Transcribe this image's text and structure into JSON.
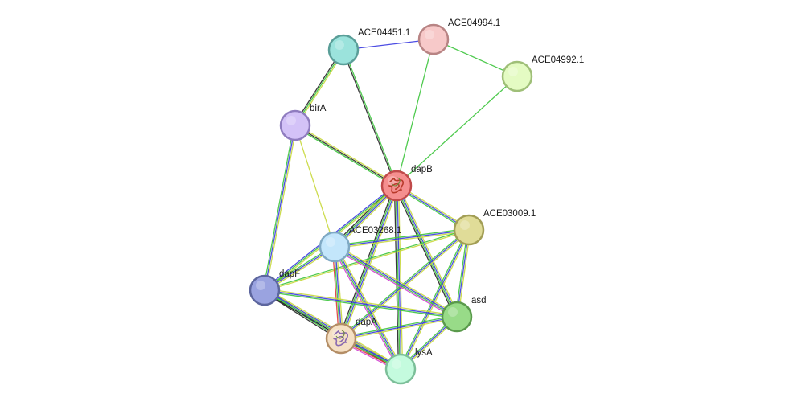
{
  "nodes": [
    {
      "id": "ACE04451.1",
      "label": "ACE04451.1",
      "fill": "#9be3dc",
      "stroke": "#5a9e98",
      "has_structure": false
    },
    {
      "id": "ACE04994.1",
      "label": "ACE04994.1",
      "fill": "#f7c9c9",
      "stroke": "#b88484",
      "has_structure": false
    },
    {
      "id": "ACE04992.1",
      "label": "ACE04992.1",
      "fill": "#e4fbc3",
      "stroke": "#9fbf78",
      "has_structure": false
    },
    {
      "id": "birA",
      "label": "birA",
      "fill": "#d3c2f7",
      "stroke": "#8f7cbf",
      "has_structure": false
    },
    {
      "id": "dapB",
      "label": "dapB",
      "fill": "#f58f8f",
      "stroke": "#c04a4a",
      "has_structure": true
    },
    {
      "id": "ACE03009.1",
      "label": "ACE03009.1",
      "fill": "#e0dc98",
      "stroke": "#a29e55",
      "has_structure": false
    },
    {
      "id": "ACE03268.1",
      "label": "ACE03268.1",
      "fill": "#c3e6fb",
      "stroke": "#7fa9c4",
      "has_structure": false
    },
    {
      "id": "dapF",
      "label": "dapF",
      "fill": "#9aa3e0",
      "stroke": "#5d669e",
      "has_structure": false
    },
    {
      "id": "asd",
      "label": "asd",
      "fill": "#98db88",
      "stroke": "#5a9a4c",
      "has_structure": false
    },
    {
      "id": "dapA",
      "label": "dapA",
      "fill": "#f5e0c4",
      "stroke": "#b48e66",
      "has_structure": true
    },
    {
      "id": "lysA",
      "label": "lysA",
      "fill": "#c4fbde",
      "stroke": "#7cbf99",
      "has_structure": false
    }
  ],
  "edges": [
    {
      "source": "ACE04451.1",
      "target": "ACE04994.1",
      "colors": [
        "#3a3ae0"
      ]
    },
    {
      "source": "ACE04994.1",
      "target": "ACE04992.1",
      "colors": [
        "#3cc43c"
      ]
    },
    {
      "source": "ACE04994.1",
      "target": "dapB",
      "colors": [
        "#3cc43c"
      ]
    },
    {
      "source": "ACE04992.1",
      "target": "dapB",
      "colors": [
        "#3cc43c"
      ]
    },
    {
      "source": "ACE04451.1",
      "target": "birA",
      "colors": [
        "#c8d83c",
        "#3cc43c",
        "#222222"
      ]
    },
    {
      "source": "ACE04451.1",
      "target": "dapB",
      "colors": [
        "#3cc43c",
        "#222222"
      ]
    },
    {
      "source": "birA",
      "target": "dapB",
      "colors": [
        "#c8d83c",
        "#222222",
        "#3cc43c"
      ]
    },
    {
      "source": "birA",
      "target": "dapF",
      "colors": [
        "#c8d83c",
        "#3a3ae0",
        "#3cc43c"
      ]
    },
    {
      "source": "birA",
      "target": "ACE03268.1",
      "colors": [
        "#c8d83c"
      ]
    },
    {
      "source": "dapB",
      "target": "ACE03009.1",
      "colors": [
        "#c8d83c",
        "#3a3ae0",
        "#3cc43c"
      ]
    },
    {
      "source": "dapB",
      "target": "ACE03268.1",
      "colors": [
        "#c8d83c",
        "#3a3ae0",
        "#3cc43c",
        "#222222"
      ]
    },
    {
      "source": "dapB",
      "target": "dapF",
      "colors": [
        "#c8d83c",
        "#3cc43c",
        "#3a3ae0"
      ]
    },
    {
      "source": "dapB",
      "target": "asd",
      "colors": [
        "#c8d83c",
        "#3a3ae0",
        "#3cc43c",
        "#222222"
      ]
    },
    {
      "source": "dapB",
      "target": "dapA",
      "colors": [
        "#c8d83c",
        "#3a3ae0",
        "#3cc43c",
        "#222222"
      ]
    },
    {
      "source": "dapB",
      "target": "lysA",
      "colors": [
        "#c8d83c",
        "#3a3ae0",
        "#3cc43c",
        "#222222"
      ]
    },
    {
      "source": "ACE03009.1",
      "target": "ACE03268.1",
      "colors": [
        "#c8d83c",
        "#3a3ae0",
        "#3cc43c"
      ]
    },
    {
      "source": "ACE03009.1",
      "target": "asd",
      "colors": [
        "#c8d83c",
        "#3a3ae0",
        "#3cc43c"
      ]
    },
    {
      "source": "ACE03009.1",
      "target": "dapA",
      "colors": [
        "#c8d83c",
        "#3a3ae0",
        "#3cc43c"
      ]
    },
    {
      "source": "ACE03009.1",
      "target": "lysA",
      "colors": [
        "#c8d83c",
        "#3a3ae0",
        "#3cc43c"
      ]
    },
    {
      "source": "ACE03009.1",
      "target": "dapF",
      "colors": [
        "#c8d83c",
        "#3cc43c"
      ]
    },
    {
      "source": "ACE03268.1",
      "target": "dapF",
      "colors": [
        "#c8d83c",
        "#3a3ae0",
        "#3cc43c"
      ]
    },
    {
      "source": "ACE03268.1",
      "target": "asd",
      "colors": [
        "#c8d83c",
        "#3a3ae0",
        "#3cc43c",
        "#d040d0"
      ]
    },
    {
      "source": "ACE03268.1",
      "target": "dapA",
      "colors": [
        "#c8d83c",
        "#3a3ae0",
        "#3cc43c",
        "#e03a3a"
      ]
    },
    {
      "source": "ACE03268.1",
      "target": "lysA",
      "colors": [
        "#c8d83c",
        "#3a3ae0",
        "#3cc43c",
        "#d040d0"
      ]
    },
    {
      "source": "dapF",
      "target": "asd",
      "colors": [
        "#c8d83c",
        "#3a3ae0",
        "#3cc43c"
      ]
    },
    {
      "source": "dapF",
      "target": "dapA",
      "colors": [
        "#c8d83c",
        "#3a3ae0",
        "#3cc43c",
        "#222222"
      ]
    },
    {
      "source": "dapF",
      "target": "lysA",
      "colors": [
        "#c8d83c",
        "#3a3ae0",
        "#3cc43c",
        "#222222"
      ]
    },
    {
      "source": "asd",
      "target": "dapA",
      "colors": [
        "#c8d83c",
        "#3a3ae0",
        "#3cc43c"
      ]
    },
    {
      "source": "asd",
      "target": "lysA",
      "colors": [
        "#c8d83c",
        "#3a3ae0",
        "#3cc43c"
      ]
    },
    {
      "source": "dapA",
      "target": "lysA",
      "colors": [
        "#c8d83c",
        "#3a3ae0",
        "#3cc43c",
        "#e03a3a",
        "#d040d0"
      ]
    }
  ]
}
